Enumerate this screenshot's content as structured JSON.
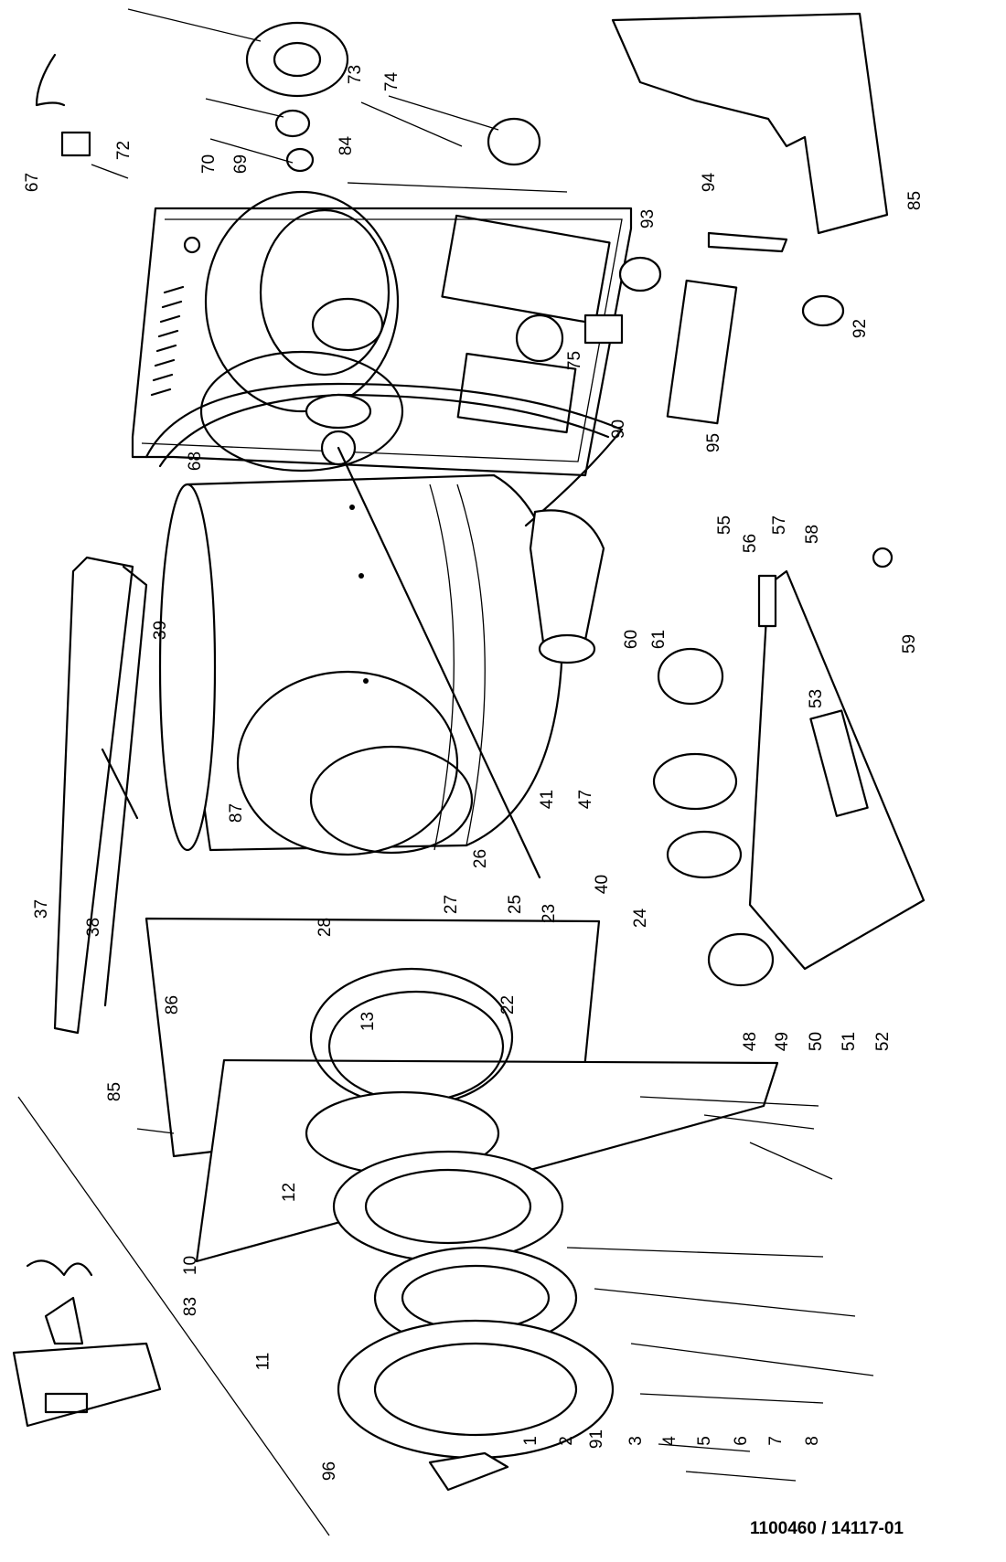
{
  "diagram": {
    "reference": "1100460 / 14117-01",
    "part_numbers": [
      "1",
      "2",
      "3",
      "4",
      "5",
      "6",
      "7",
      "8",
      "10",
      "11",
      "12",
      "13",
      "22",
      "23",
      "24",
      "25",
      "26",
      "27",
      "28",
      "37",
      "38",
      "39",
      "40",
      "41",
      "47",
      "48",
      "49",
      "50",
      "51",
      "52",
      "53",
      "55",
      "56",
      "57",
      "58",
      "59",
      "60",
      "61",
      "67",
      "68",
      "69",
      "70",
      "72",
      "73",
      "74",
      "75",
      "83",
      "84",
      "85",
      "85",
      "86",
      "87",
      "90",
      "91",
      "92",
      "93",
      "94",
      "95",
      "96"
    ],
    "labels": {
      "p1": "1",
      "p2": "2",
      "p3": "3",
      "p4": "4",
      "p5": "5",
      "p6": "6",
      "p7": "7",
      "p8": "8",
      "p10": "10",
      "p11": "11",
      "p12": "12",
      "p13": "13",
      "p22": "22",
      "p23": "23",
      "p24": "24",
      "p25": "25",
      "p26": "26",
      "p27": "27",
      "p28": "28",
      "p37": "37",
      "p38": "38",
      "p39": "39",
      "p40": "40",
      "p41": "41",
      "p47": "47",
      "p48": "48",
      "p49": "49",
      "p50": "50",
      "p51": "51",
      "p52": "52",
      "p53": "53",
      "p55": "55",
      "p56": "56",
      "p57": "57",
      "p58": "58",
      "p59": "59",
      "p60": "60",
      "p61": "61",
      "p67": "67",
      "p68": "68",
      "p69": "69",
      "p70": "70",
      "p72": "72",
      "p73": "73",
      "p74": "74",
      "p75": "75",
      "p83": "83",
      "p84": "84",
      "p85a": "85",
      "p85b": "85",
      "p86": "86",
      "p87": "87",
      "p90": "90",
      "p91": "91",
      "p92": "92",
      "p93": "93",
      "p94": "94",
      "p95": "95",
      "p96": "96"
    }
  }
}
